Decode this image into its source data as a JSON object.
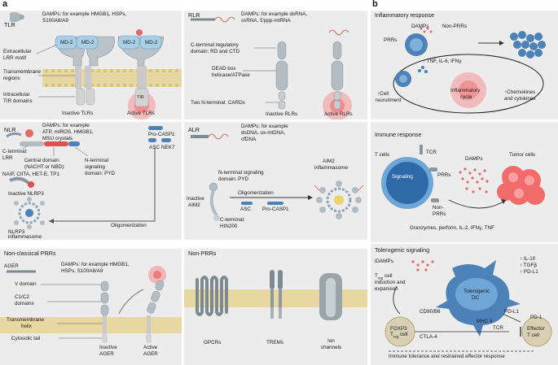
{
  "panel_labels": {
    "a": "a",
    "b": "b"
  },
  "tlr": {
    "title": "TLR",
    "damps": "DAMPs: for example HMGB1, HSPs,",
    "damps2": "S100A8/A9",
    "lrr": "Extracellular",
    "lrr2": "LRR motif",
    "tm": "Transmembrane",
    "tm2": "regions",
    "tir": "Intracellular",
    "tir2": "TIR domains",
    "md2": "MD-2",
    "tir_box": "TIR",
    "inactive": "Inactive TLRs",
    "active": "Active TLRs"
  },
  "rlr": {
    "title": "RLR",
    "damps": "DAMPs: for example dsRNA,",
    "damps2": "ssRNA, 5'ppp-mtRNA",
    "cterm": "C-terminal regulatory",
    "cterm2": "domain: RD and CTD",
    "dead": "DEAD box",
    "dead2": "helicase/ATPase",
    "cards": "Two N-terminal: CARDs",
    "inactive": "Inactive RLRs",
    "active": "Active RLRs"
  },
  "nlr": {
    "title": "NLR",
    "damps": "DAMPs: for example",
    "damps2": "ATP, mtROS, HMGB1,",
    "damps3": "MSU crystals",
    "cterm": "C-terminal:",
    "cterm2": "LRR",
    "central": "Central domain",
    "central2": "(NACHT or NBD):",
    "central3": "NAIP, CIITA, HET-E, TP1",
    "nterm": "N-terminal",
    "nterm2": "signaling",
    "nterm3": "domain: PYD",
    "procasp": "Pro-CASP1",
    "asc": "ASC",
    "nek7": "NEK7",
    "inactive": "Inactive NLRP3",
    "inflammasome": "NLRP3",
    "inflammasome2": "inflammasome",
    "olig": "Oligomerization"
  },
  "alr": {
    "title": "ALR",
    "damps": "DAMPs: for example",
    "damps2": "dsDNA, ox-mtDNA,",
    "damps3": "cfDNA",
    "aim2_infl": "AIM2",
    "aim2_infl2": "inflammasome",
    "nterm": "N-terminal signaling",
    "nterm2": "domain: PYD",
    "olig": "Oligomerization",
    "inactive": "Inactive",
    "inactive2": "AIM2",
    "asc": "ASC",
    "procasp": "Pro-CASP1",
    "cterm": "C-terminal:",
    "cterm2": "HIN200"
  },
  "agr": {
    "title": "Non-classical PRRs",
    "name": "AGER",
    "damps": "DAMPs: for example HMGB1,",
    "damps2": "HSPs, S100A8/A9",
    "v": "V domain",
    "c": "C1/C2",
    "c2": "domains",
    "tm": "Transmembrane",
    "tm2": "helix",
    "cyto": "Cytosolic tail",
    "inactive": "Inactive",
    "inactive2": "AGER",
    "active": "Active",
    "active2": "AGER"
  },
  "nonprr": {
    "title": "Non-PRRs",
    "gpcr": "GPCRs",
    "trem": "TREMs",
    "ion": "Ion",
    "ion2": "channels"
  },
  "inflam": {
    "title": "Inflammatory response",
    "damps": "DAMPs",
    "nonprrs": "Non-PRRs",
    "prrs": "PRRs",
    "cytok": "↑ TNF, IL-6, IFNγ",
    "cell": "↑Cell",
    "cell2": "recruitment",
    "cycle": "Inflammatory",
    "cycle2": "cycle",
    "chemo": "↑Chemokines",
    "chemo2": "and cytokines"
  },
  "immune": {
    "title": "Immune response",
    "tcells": "T cells",
    "tcr": "TCR",
    "damps": "DAMPs",
    "tumor": "Tumor cells",
    "signaling": "Signaling",
    "prrs": "PRRs",
    "nonprrs": "Non-",
    "nonprrs2": "PRRs",
    "effectors": "Granzymes, perforin, IL-2, IFNγ, TNF"
  },
  "toler": {
    "title": "Tolerogenic signaling",
    "idamps": "iDAMPs",
    "il10": "↑ IL-10",
    "tgfb": "↑ TGFβ",
    "pdl1": "↑ PD-L1",
    "treg": "T",
    "treg_sub": "reg",
    "treg2": "cell",
    "treg3": "induction and",
    "treg4": "expansion",
    "dc": "Tolerogenic",
    "dc2": "DC",
    "cd80": "CD80/B6",
    "pdl1b": "PD-L1",
    "pd1": "PD-1",
    "mhc": "MHC II",
    "tcr": "TCR",
    "ctla4": "CTLA-4",
    "foxp3": "FOXP3",
    "foxp3b": "T",
    "foxp3b_sub": "reg",
    "foxp3c": "cell",
    "effector": "Effector",
    "effector2": "T cell",
    "footer": "Immune tolerance and restrained effector response"
  }
}
